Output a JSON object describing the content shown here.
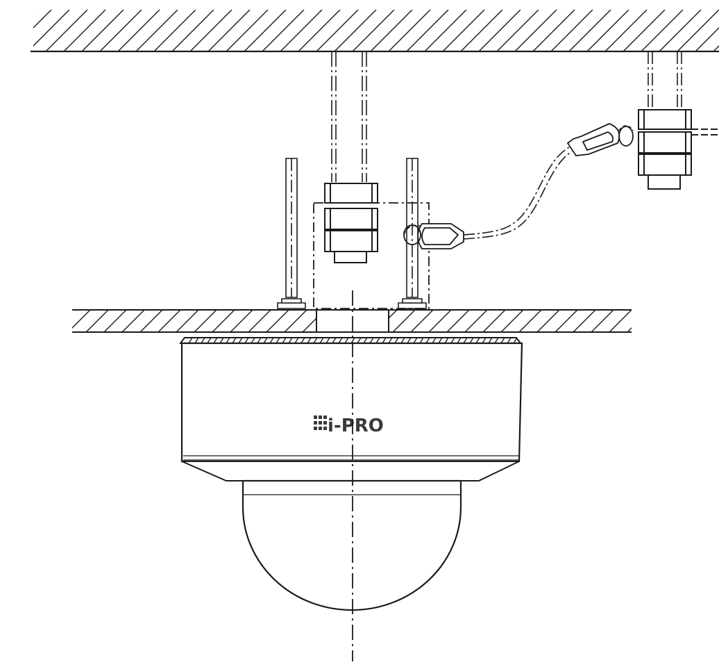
{
  "diagram": {
    "brand_logo_text": "i-PRO",
    "colors": {
      "line": "#1a1a1a",
      "logo": "#3a3a3a",
      "background": "#ffffff"
    },
    "icons": [
      "ceiling-hatch",
      "hanging-bolt",
      "hex-nut",
      "safety-wire",
      "carabiner",
      "camera-dome",
      "center-line"
    ]
  }
}
